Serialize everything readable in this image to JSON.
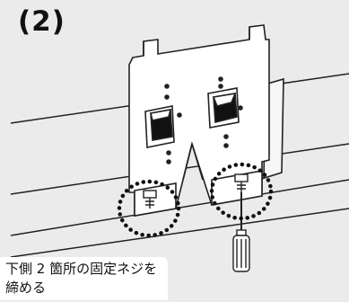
{
  "figure": {
    "step_label": "(2)",
    "caption_lines": [
      "下側 2 箇所の固定ネジを",
      "締める"
    ],
    "colors": {
      "background": "#ebebeb",
      "bracket": "#ffffff",
      "stroke": "#222222",
      "highlight_dots": "#111111"
    },
    "icons": [
      "wall-bracket-icon",
      "screw-icon",
      "screwdriver-icon",
      "dotted-circle-highlight"
    ]
  }
}
